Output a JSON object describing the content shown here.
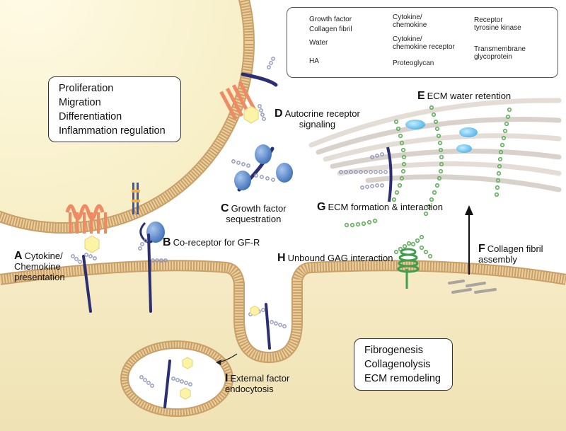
{
  "legend": {
    "growth_factor": "Growth factor",
    "collagen_fibril": "Collagen fibril",
    "water": "Water",
    "ha": "HA",
    "cytokine": "Cytokine/\nchemokine",
    "cytokine_receptor": "Cytokine/\nchemokine receptor",
    "proteoglycan": "Proteoglycan",
    "receptor_tyrosine_kinase": "Receptor\ntyrosine kinase",
    "transmembrane_glycoprotein": "Transmembrane\nglycoprotein"
  },
  "boxes": {
    "upper_cell_functions": [
      "Proliferation",
      "Migration",
      "Differentiation",
      "Inflammation regulation"
    ],
    "lower_cell_functions": [
      "Fibrogenesis",
      "Collagenolysis",
      "ECM remodeling"
    ]
  },
  "labels": {
    "A": {
      "letter": "A",
      "text": "Cytokine/\nChemokine\npresentation"
    },
    "B": {
      "letter": "B",
      "text": "Co-receptor for GF-R"
    },
    "C": {
      "letter": "C",
      "text": "Growth factor\nsequestration"
    },
    "D": {
      "letter": "D",
      "text": "Autocrine receptor\nsignaling"
    },
    "E": {
      "letter": "E",
      "text": "ECM water retention"
    },
    "F": {
      "letter": "F",
      "text": "Collagen fibril\nassembly"
    },
    "G": {
      "letter": "G",
      "text": "ECM formation & interaction"
    },
    "H": {
      "letter": "H",
      "text": "Unbound GAG interaction"
    },
    "I": {
      "letter": "I",
      "text": "External factor\nendocytosis"
    }
  },
  "colors": {
    "upper_cell": "#fbf6d2",
    "lower_cell": "#f7edca",
    "membrane": "#e5bf86",
    "receptor": "#f08a62",
    "cytokine": "#fbf3a5",
    "growth_factor": "#6f9bd6",
    "water": "#6fc4f0",
    "ha": "#62b05b",
    "proteoglycan": "#2c2e74",
    "collagen": "#ddd8d2"
  }
}
